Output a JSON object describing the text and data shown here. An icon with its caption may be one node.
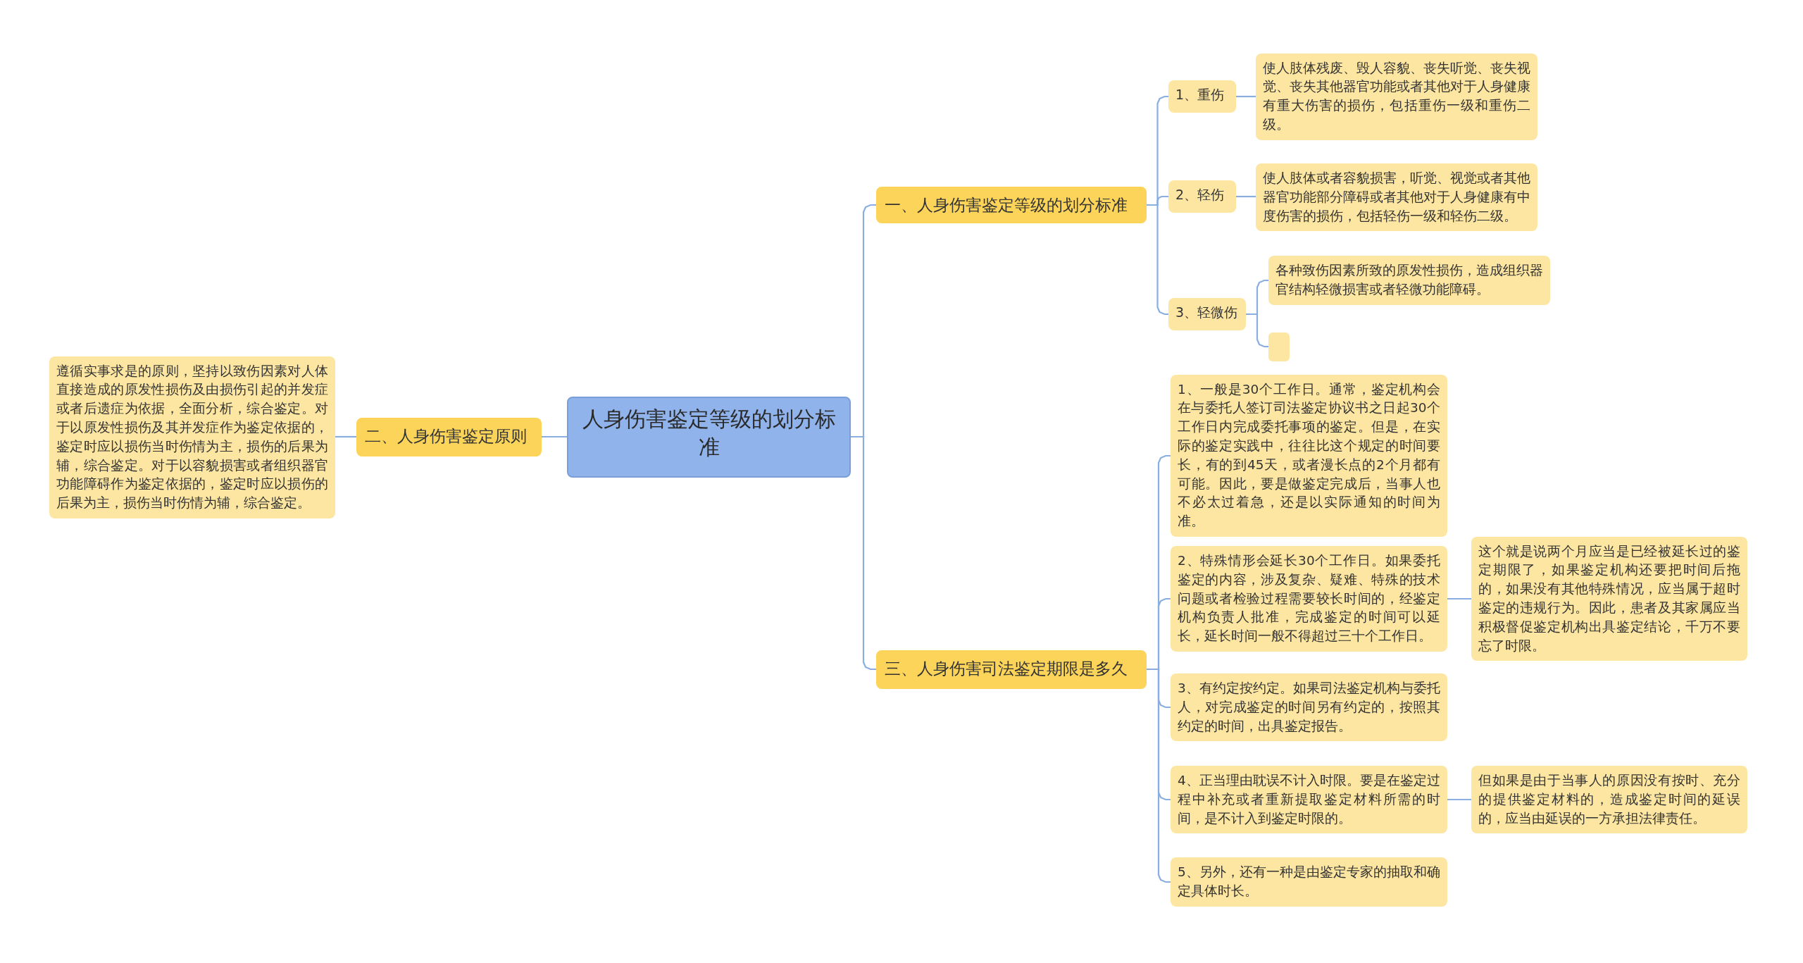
{
  "diagram": {
    "nodes": [
      {
        "text": [
          "人身伤害鉴定等级的划分标准"
        ]
      },
      {
        "text": [
          "一、人身伤害鉴定等级的划分标准"
        ]
      },
      {
        "text": [
          "1、重伤"
        ]
      },
      {
        "text": [
          "使人肢体残废、毁人容貌、丧失听觉、丧失视觉、丧失其他器官功能或者其他对于人身健康有重大伤害的损伤，包括重伤一级和重伤二级。"
        ]
      },
      {
        "text": [
          "2、轻伤"
        ]
      },
      {
        "text": [
          "使人肢体或者容貌损害，听觉、视觉或者其他器官功能部分障碍或者其他对于人身健康有中度伤害的损伤，包括轻伤一级和轻伤二级。"
        ]
      },
      {
        "text": [
          "3、轻微伤"
        ]
      },
      {
        "text": [
          "各种致伤因素所致的原发性损伤，造成组织器官结构轻微损害或者轻微功能障碍。"
        ]
      },
      {
        "text": [],
        "shape": "box"
      },
      {
        "text": [
          "二、人身伤害鉴定原则"
        ]
      },
      {
        "text": [
          "遵循实事求是的原则，坚持以致伤因素对人体直接造成的原发性损伤及由损伤引起的并发症或者后遗症为依据，全面分析，综合鉴定。对于以原发性损伤及其并发症作为鉴定依据的，鉴定时应以损伤当时伤情为主，损伤的后果为辅，综合鉴定。对于以容貌损害或者组织器官功能障碍作为鉴定依据的，鉴定时应以损伤的后果为主，损伤当时伤情为辅，综合鉴定。"
        ]
      },
      {
        "text": [
          "三、人身伤害司法鉴定期限是多久"
        ]
      },
      {
        "text": [
          "1、一般是30个工作日。通常，鉴定机构会在与委托人签订司法鉴定协议书之日起30个工作日内完成委托事项的鉴定。但是，在实际的鉴定实践中，往往比这个规定的时间要长，有的到45天，或者漫长点的2个月都有可能。因此，要是做鉴定完成后，当事人也不必太过着急，还是以实际通知的时间为准。"
        ]
      },
      {
        "text": [
          "2、特殊情形会延长30个工作日。如果委托鉴定的内容，涉及复杂、疑难、特殊的技术问题或者检验过程需要较长时间的，经鉴定机构负责人批准，完成鉴定的时间可以延长，延长时间一般不得超过三十个工作日。"
        ]
      },
      {
        "text": [
          "这个就是说两个月应当是已经被延长过的鉴定期限了，如果鉴定机构还要把时间后拖的，如果没有其他特殊情况，应当属于超时鉴定的违规行为。因此，患者及其家属应当积极督促鉴定机构出具鉴定结论，千万不要忘了时限。"
        ]
      },
      {
        "text": [
          "3、有约定按约定。如果司法鉴定机构与委托人，对完成鉴定的时间另有约定的，按照其约定的时间，出具鉴定报告。"
        ]
      },
      {
        "text": [
          "4、正当理由耽误不计入时限。要是在鉴定过程中补充或者重新提取鉴定材料所需的时间，是不计入到鉴定时限的。"
        ]
      },
      {
        "text": [
          "但如果是由于当事人的原因没有按时、充分的提供鉴定材料的，造成鉴定时间的延误的，应当由延误的一方承担法律责任。"
        ]
      },
      {
        "text": [
          "5、另外，还有一种是由鉴定专家的抽取和确定具体时长。"
        ]
      }
    ],
    "edges": [
      {
        "from": 0,
        "to": 1,
        "arrow": "none"
      },
      {
        "from": 1,
        "to": 2,
        "arrow": "none"
      },
      {
        "from": 2,
        "to": 3,
        "arrow": "none"
      },
      {
        "from": 1,
        "to": 4,
        "arrow": "none"
      },
      {
        "from": 4,
        "to": 5,
        "arrow": "none"
      },
      {
        "from": 1,
        "to": 6,
        "arrow": "none"
      },
      {
        "from": 6,
        "to": 7,
        "arrow": "none"
      },
      {
        "from": 6,
        "to": 8,
        "arrow": "none"
      },
      {
        "from": 0,
        "to": 9,
        "arrow": "none"
      },
      {
        "from": 9,
        "to": 10,
        "arrow": "none"
      },
      {
        "from": 0,
        "to": 11,
        "arrow": "none"
      },
      {
        "from": 11,
        "to": 12,
        "arrow": "none"
      },
      {
        "from": 11,
        "to": 13,
        "arrow": "none"
      },
      {
        "from": 13,
        "to": 14,
        "arrow": "none"
      },
      {
        "from": 11,
        "to": 15,
        "arrow": "none"
      },
      {
        "from": 11,
        "to": 16,
        "arrow": "none"
      },
      {
        "from": 16,
        "to": 17,
        "arrow": "none"
      },
      {
        "from": 11,
        "to": 18,
        "arrow": "none"
      }
    ]
  }
}
